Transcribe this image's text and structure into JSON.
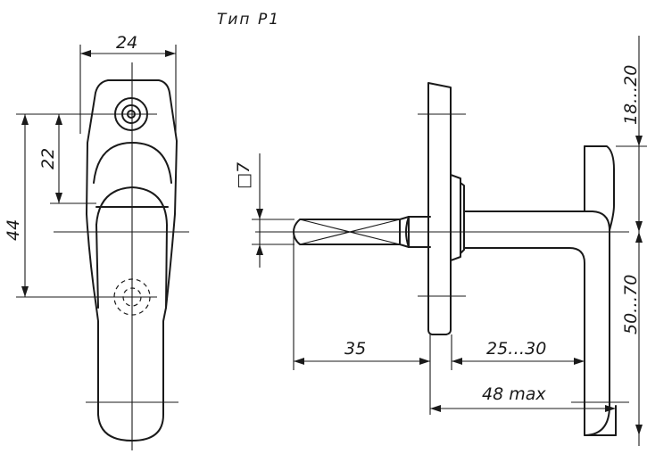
{
  "title": "Тип Р1",
  "dimensions": {
    "width_24": "24",
    "height_44": "44",
    "height_22": "22",
    "square_7": "□7",
    "spindle_35": "35",
    "range_25_30": "25…30",
    "depth_48_max": "48 max",
    "range_18_20": "18…20",
    "range_50_70": "50…70"
  },
  "colors": {
    "ink": "#1a1a1a",
    "paper": "#ffffff"
  }
}
